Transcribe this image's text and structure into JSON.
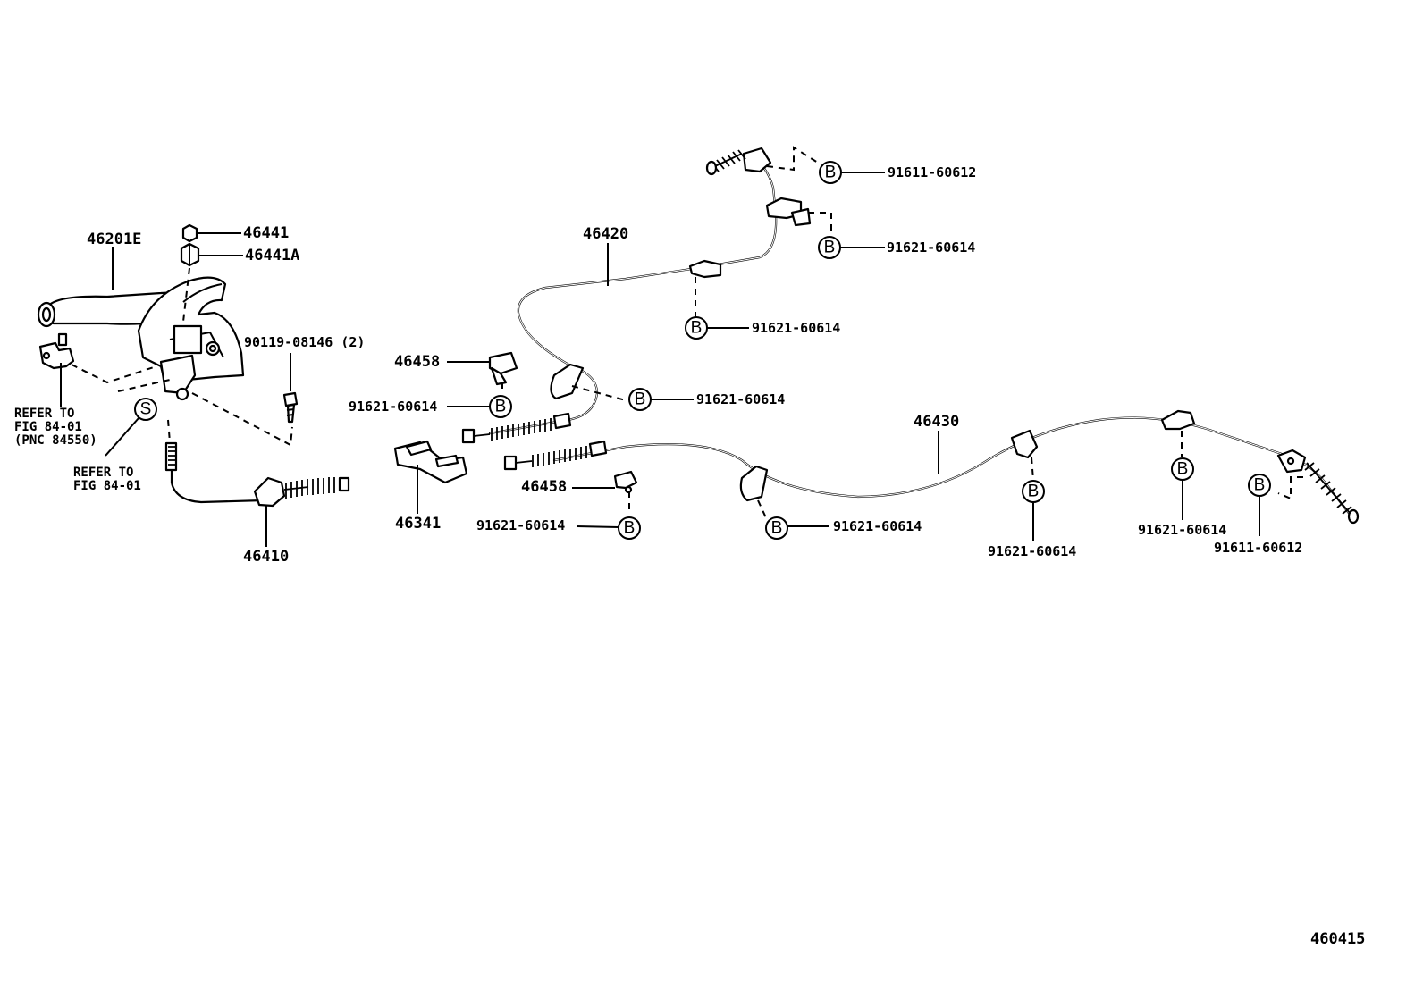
{
  "diagram_id": "460415",
  "part_numbers": {
    "lever": "46201E",
    "nut_top": "46441",
    "nut_lower": "46441A",
    "bolt": "90119-08146 (2)",
    "front_cable": "46410",
    "cable_left": "46420",
    "cable_right": "46430",
    "equalizer": "46341",
    "retainer": "46458"
  },
  "refs": {
    "fig_pnc_lines": [
      "REFER TO",
      "FIG 84-01",
      "(PNC 84550)"
    ],
    "fig_lines": [
      "REFER TO",
      "FIG 84-01"
    ]
  },
  "symbols": {
    "bolt_b": "B",
    "screw_s": "S"
  },
  "bolt_labels": {
    "b_top_1": "91611-60612",
    "b_top_2": "91621-60614",
    "b_mid_46420": "91621-60614",
    "b_bracket_46420": "91621-60614",
    "b_retainer_1": "91621-60614",
    "b_retainer_2": "91621-60614",
    "b_46430_1": "91621-60614",
    "b_46430_2": "91621-60614",
    "b_46430_3": "91621-60614",
    "b_46430_end": "91611-60612"
  }
}
